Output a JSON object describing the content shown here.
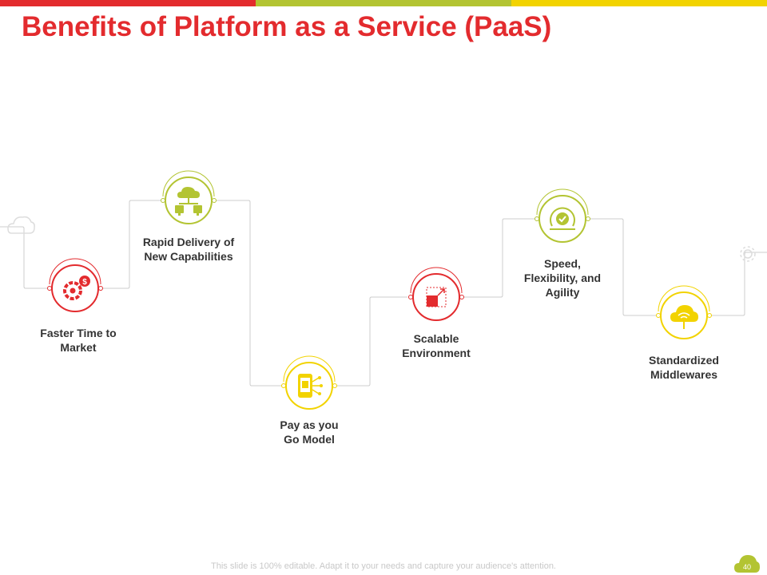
{
  "slide": {
    "title": "Benefits of Platform as a Service (PaaS)",
    "footer_note": "This slide is 100% editable. Adapt it to your needs and capture your audience's attention.",
    "page_number": "40"
  },
  "colors": {
    "red": "#e32b2e",
    "green": "#b3c432",
    "yellow": "#f2d300",
    "gray": "#cccccc",
    "text": "#333333"
  },
  "benefits": [
    {
      "label_line1": "Faster Time to",
      "label_line2": "Market",
      "icon": "dollar-gear-icon",
      "color": "red"
    },
    {
      "label_line1": "Rapid Delivery of",
      "label_line2": "New Capabilities",
      "icon": "cloud-network-icon",
      "color": "green"
    },
    {
      "label_line1": "Pay as you",
      "label_line2": "Go Model",
      "icon": "mobile-payment-icon",
      "color": "yellow"
    },
    {
      "label_line1": "Scalable",
      "label_line2": "Environment",
      "icon": "scale-expand-icon",
      "color": "red"
    },
    {
      "label_line1": "Speed,",
      "label_line2": "Flexibility, and",
      "label_line3": "Agility",
      "icon": "speed-check-icon",
      "color": "green"
    },
    {
      "label_line1": "Standardized",
      "label_line2": "Middlewares",
      "icon": "cloud-wifi-icon",
      "color": "yellow"
    }
  ]
}
